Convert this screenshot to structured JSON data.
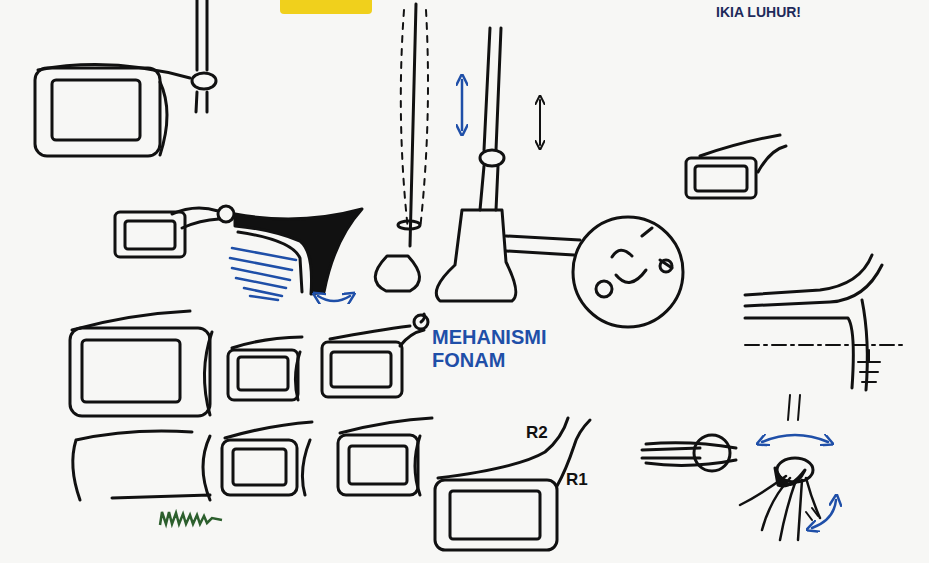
{
  "diagram": {
    "labels": [
      "IKIA LUHUR!",
      "MEHANISMI FONAM",
      "R2",
      "R1"
    ]
  }
}
